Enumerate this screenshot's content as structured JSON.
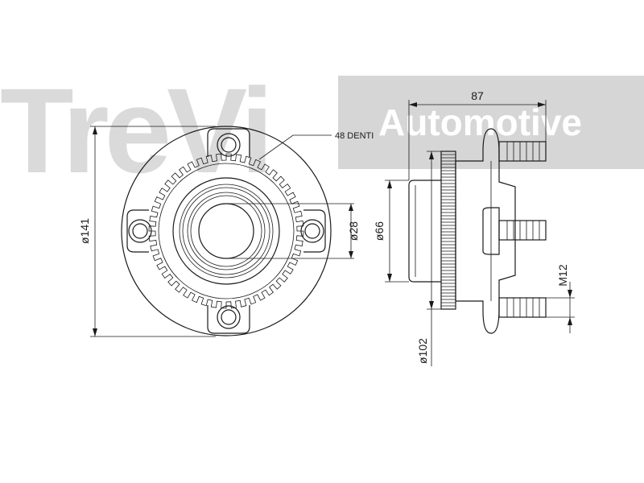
{
  "watermark": {
    "brand": "TreVi",
    "sub": "Automotive",
    "color": "#d4d4d4"
  },
  "annotations": {
    "teeth": "48 DENTI",
    "flange_diameter": "ø141",
    "bore_diameter": "ø28",
    "hub_pilot_diameter": "ø66",
    "abs_ring_diameter": "ø102",
    "stud_thread": "M12",
    "overall_width": "87"
  }
}
